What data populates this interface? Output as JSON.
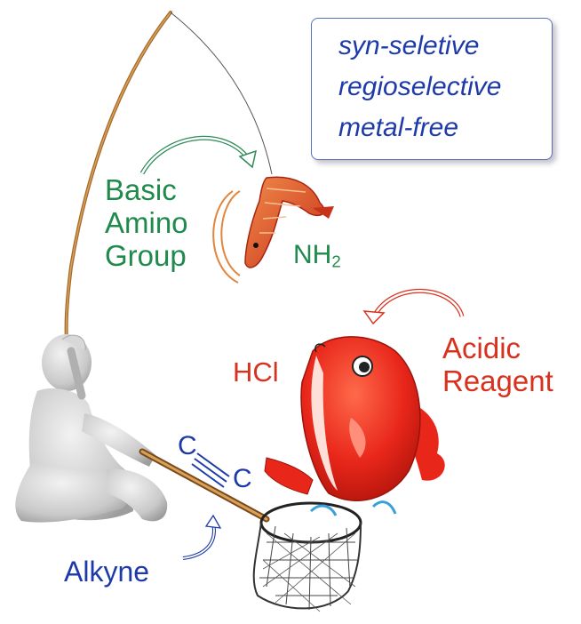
{
  "features": [
    "syn-seletive",
    "regioselective",
    "metal-free"
  ],
  "amino": {
    "line1": "Basic",
    "line2": "Amino",
    "line3": "Group"
  },
  "nh2": {
    "base": "NH",
    "sub": "2"
  },
  "hcl": "HCl",
  "acidic": {
    "line1": "Acidic",
    "line2": "Reagent"
  },
  "alkyne": {
    "label": "Alkyne",
    "c1": "C",
    "c2": "C"
  },
  "colors": {
    "green": "#1f8a4c",
    "red": "#d8321e",
    "blue": "#1d3aa8",
    "fish": "#e8261a",
    "shrimp": "#e2561f"
  }
}
